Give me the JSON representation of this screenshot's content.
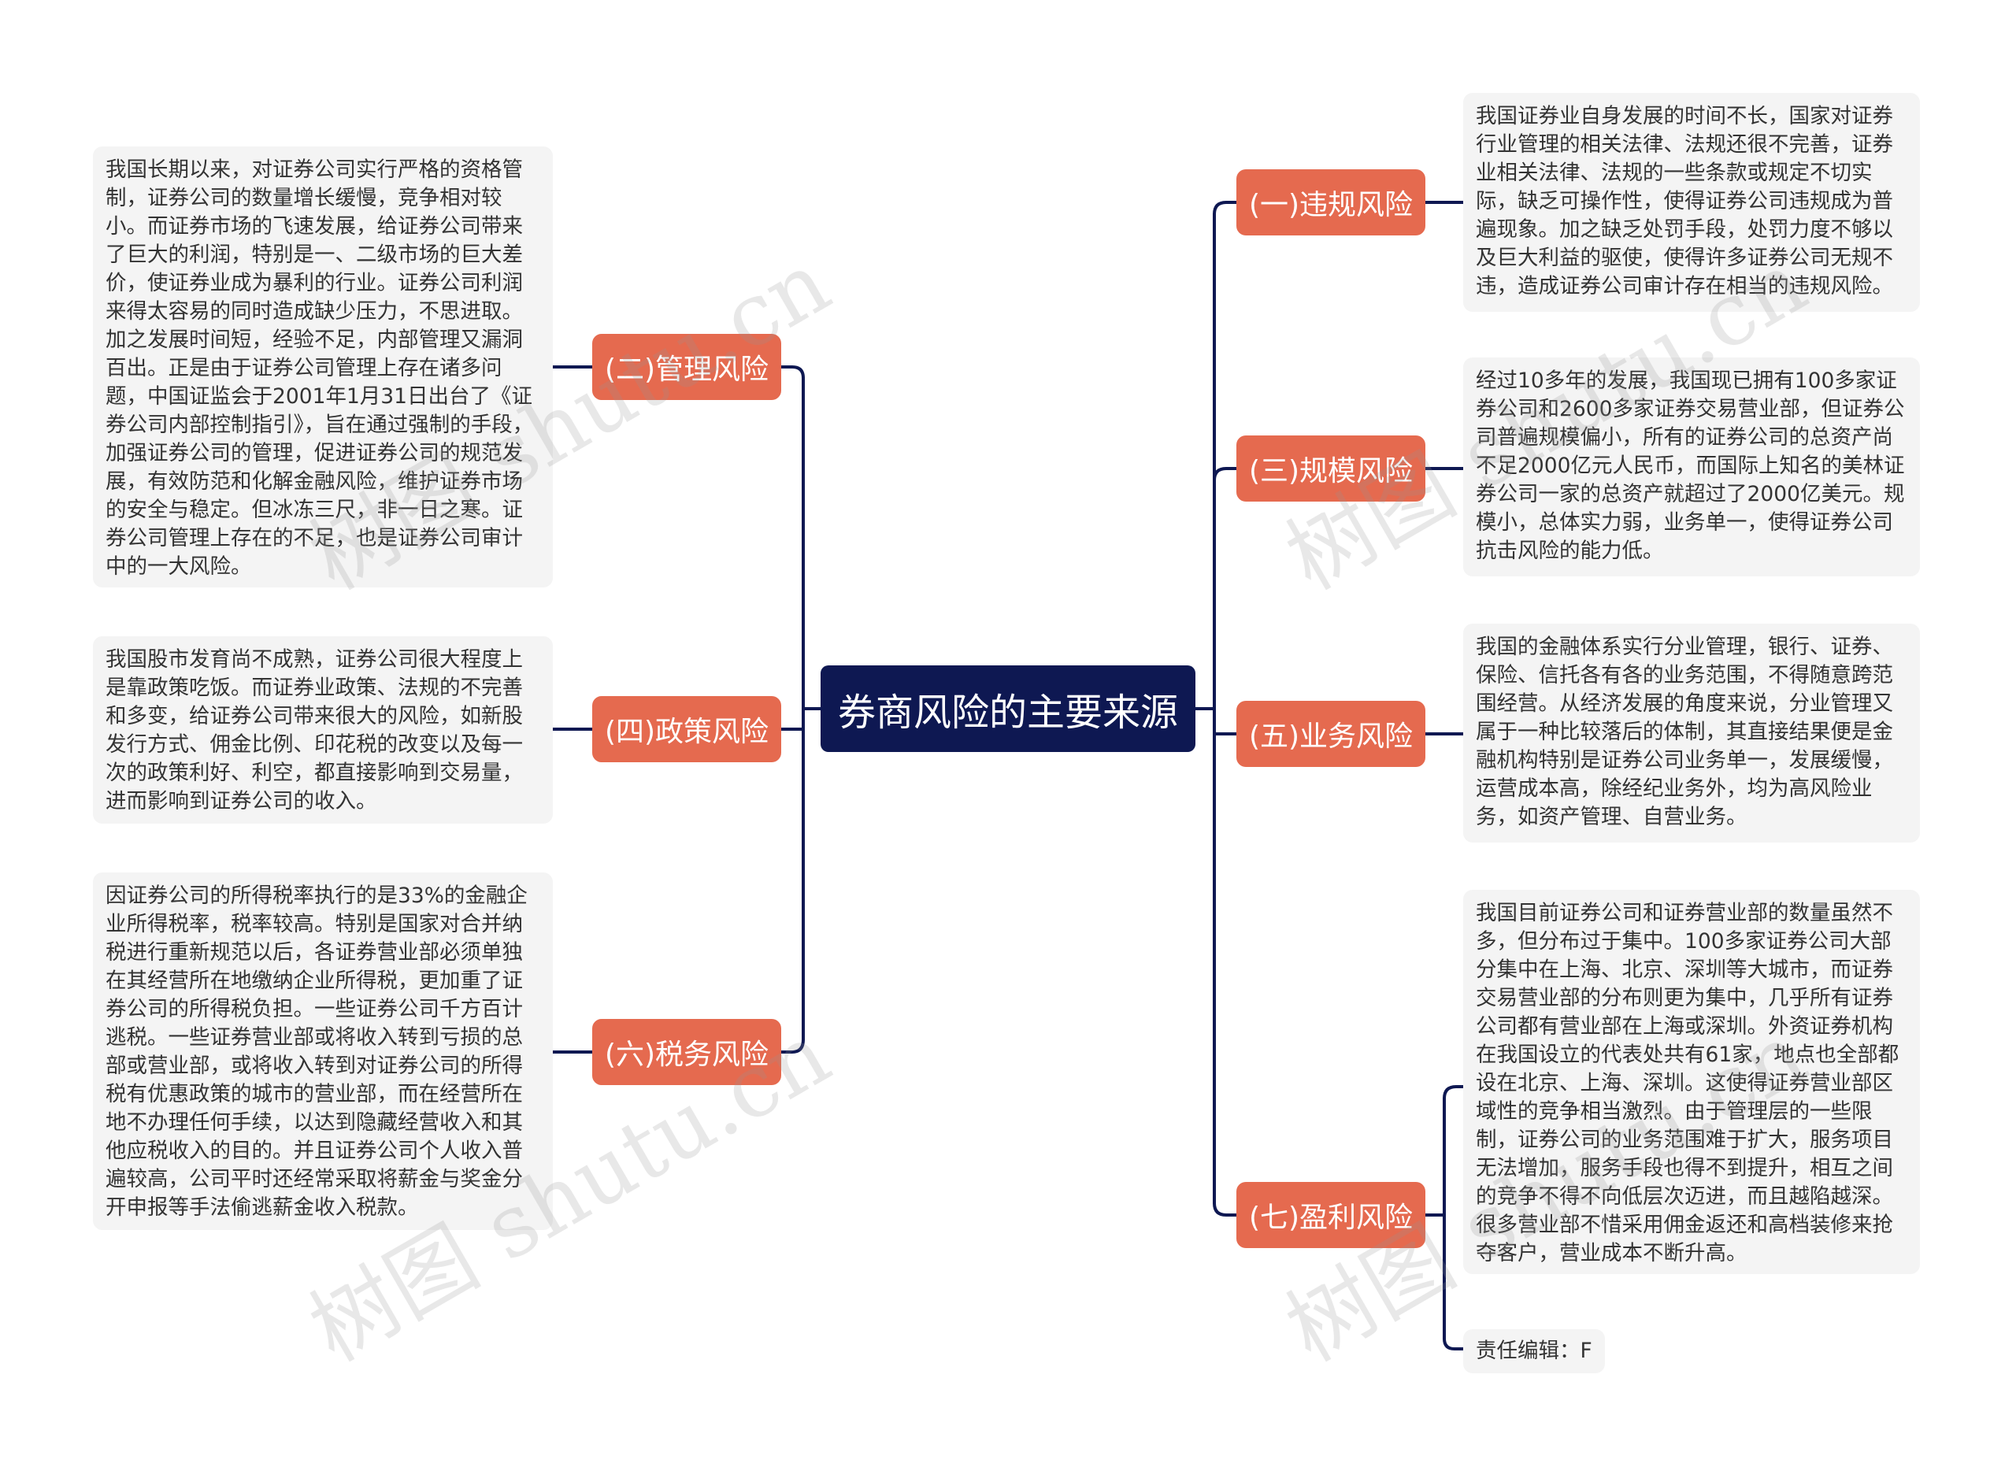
{
  "root": {
    "label": "券商风险的主要来源"
  },
  "branches": {
    "weigui": {
      "label": "(一)违规风险",
      "text": "我国证券业自身发展的时间不长，国家对证券行业管理的相关法律、法规还很不完善，证券业相关法律、法规的一些条款或规定不切实际，缺乏可操作性，使得证券公司违规成为普遍现象。加之缺乏处罚手段，处罚力度不够以及巨大利益的驱使，使得许多证券公司无规不违，造成证券公司审计存在相当的违规风险。"
    },
    "guanli": {
      "label": "(二)管理风险",
      "text": "我国长期以来，对证券公司实行严格的资格管制，证券公司的数量增长缓慢，竞争相对较小。而证券市场的飞速发展，给证券公司带来了巨大的利润，特别是一、二级市场的巨大差价，使证券业成为暴利的行业。证券公司利润来得太容易的同时造成缺少压力，不思进取。加之发展时间短，经验不足，内部管理又漏洞百出。正是由于证券公司管理上存在诸多问题，中国证监会于2001年1月31日出台了《证券公司内部控制指引》，旨在通过强制的手段，加强证券公司的管理，促进证券公司的规范发展，有效防范和化解金融风险，维护证券市场的安全与稳定。但冰冻三尺，非一日之寒。证券公司管理上存在的不足，也是证券公司审计中的一大风险。"
    },
    "guimo": {
      "label": "(三)规模风险",
      "text": "经过10多年的发展，我国现已拥有100多家证券公司和2600多家证券交易营业部，但证券公司普遍规模偏小，所有的证券公司的总资产尚不足2000亿元人民币，而国际上知名的美林证券公司一家的总资产就超过了2000亿美元。规模小，总体实力弱，业务单一，使得证券公司抗击风险的能力低。"
    },
    "zhengce": {
      "label": "(四)政策风险",
      "text": "我国股市发育尚不成熟，证券公司很大程度上是靠政策吃饭。而证券业政策、法规的不完善和多变，给证券公司带来很大的风险，如新股发行方式、佣金比例、印花税的改变以及每一次的政策利好、利空，都直接影响到交易量，进而影响到证券公司的收入。"
    },
    "yewu": {
      "label": "(五)业务风险",
      "text": "我国的金融体系实行分业管理，银行、证券、保险、信托各有各的业务范围，不得随意跨范围经营。从经济发展的角度来说，分业管理又属于一种比较落后的体制，其直接结果便是金融机构特别是证券公司业务单一，发展缓慢，运营成本高，除经纪业务外，均为高风险业务，如资产管理、自营业务。"
    },
    "shuiwu": {
      "label": "(六)税务风险",
      "text": "因证券公司的所得税率执行的是33%的金融企业所得税率，税率较高。特别是国家对合并纳税进行重新规范以后，各证券营业部必须单独在其经营所在地缴纳企业所得税，更加重了证券公司的所得税负担。一些证券公司千方百计逃税。一些证券营业部或将收入转到亏损的总部或营业部，或将收入转到对证券公司的所得税有优惠政策的城市的营业部，而在经营所在地不办理任何手续，以达到隐藏经营收入和其他应税收入的目的。并且证券公司个人收入普遍较高，公司平时还经常采取将薪金与奖金分开申报等手法偷逃薪金收入税款。"
    },
    "yingli": {
      "label": "(七)盈利风险",
      "text": "我国目前证券公司和证券营业部的数量虽然不多，但分布过于集中。100多家证券公司大部分集中在上海、北京、深圳等大城市，而证券交易营业部的分布则更为集中，几乎所有证券公司都有营业部在上海或深圳。外资证券机构在我国设立的代表处共有61家，地点也全部都设在北京、上海、深圳。这使得证券营业部区域性的竞争相当激烈。由于管理层的一些限制，证券公司的业务范围难于扩大，服务项目无法增加，服务手段也得不到提升，相互之间的竞争不得不向低层次迈进，而且越陷越深。很多营业部不惜采用佣金返还和高档装修来抢夺客户，营业成本不断升高。",
      "editor": "责任编辑：F"
    }
  },
  "watermarks": [
    "树图 shutu.cn",
    "树图 shutu.cn",
    "树图 shutu.cn",
    "树图 shutu.cn"
  ],
  "colors": {
    "root": "#0e1852",
    "branch": "#e56a4f",
    "leaf_bg": "#f4f4f4",
    "line": "#0e1852"
  }
}
